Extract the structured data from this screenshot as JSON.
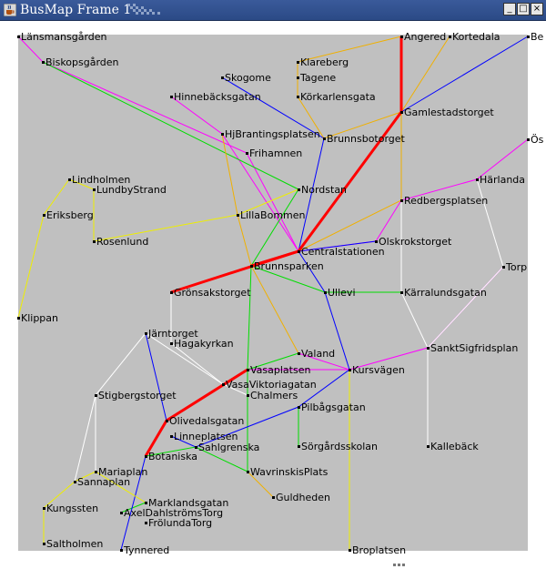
{
  "window": {
    "title": "BusMap Frame 1",
    "icon": "java-coffee-icon",
    "buttons": [
      {
        "name": "minimize",
        "icon": "minimize-icon",
        "glyph": "_"
      },
      {
        "name": "maximize",
        "icon": "maximize-icon",
        "glyph": "□"
      },
      {
        "name": "close",
        "icon": "close-icon",
        "glyph": "×"
      }
    ]
  },
  "map": {
    "background": "#c0c0c0",
    "colors": {
      "red": "#ff0000",
      "blue": "#0000ff",
      "green": "#00dd00",
      "yellow": "#eeee00",
      "orange": "#f0b000",
      "magenta": "#ff00ff",
      "white": "#ffffff"
    },
    "stops": [
      {
        "label": "Länsmansgården"
      },
      {
        "label": "Biskopsgården"
      },
      {
        "label": "Skogome"
      },
      {
        "label": "Klareberg"
      },
      {
        "label": "Tagene"
      },
      {
        "label": "Körkarlensgata"
      },
      {
        "label": "Hinnebäcksgatan"
      },
      {
        "label": "Angered"
      },
      {
        "label": "Kortedala"
      },
      {
        "label": "Be"
      },
      {
        "label": "Gamlestadstorget"
      },
      {
        "label": "HjBrantingsplatsen"
      },
      {
        "label": "Brunnsbotorget"
      },
      {
        "label": "Frihamnen"
      },
      {
        "label": "Ös"
      },
      {
        "label": "Härlanda"
      },
      {
        "label": "Lindholmen"
      },
      {
        "label": "LundbyStrand"
      },
      {
        "label": "Nordstan"
      },
      {
        "label": "Redbergsplatsen"
      },
      {
        "label": "Eriksberg"
      },
      {
        "label": "LillaBommen"
      },
      {
        "label": "Rosenlund"
      },
      {
        "label": "Centralstationen"
      },
      {
        "label": "Olskrokstorget"
      },
      {
        "label": "Brunnsparken"
      },
      {
        "label": "Torp"
      },
      {
        "label": "Grönsakstorget"
      },
      {
        "label": "Ullevi"
      },
      {
        "label": "Kärralundsgatan"
      },
      {
        "label": "Klippan"
      },
      {
        "label": "Järntorget"
      },
      {
        "label": "Hagakyrkan"
      },
      {
        "label": "SanktSigfridsplan"
      },
      {
        "label": "Valand"
      },
      {
        "label": "Vasaplatsen"
      },
      {
        "label": "Kursvägen"
      },
      {
        "label": "VasaViktoriagatan"
      },
      {
        "label": "Chalmers"
      },
      {
        "label": "Stigbergstorget"
      },
      {
        "label": "Pilbågsgatan"
      },
      {
        "label": "Olivedalsgatan"
      },
      {
        "label": "Linneplatsen"
      },
      {
        "label": "Sahlgrenska"
      },
      {
        "label": "Sörgårdsskolan"
      },
      {
        "label": "Kallebäck"
      },
      {
        "label": "Botaniska"
      },
      {
        "label": "Mariaplan"
      },
      {
        "label": "WavrinskisPlats"
      },
      {
        "label": "Sannaplan"
      },
      {
        "label": "Guldheden"
      },
      {
        "label": "Marklandsgatan"
      },
      {
        "label": "Kungssten"
      },
      {
        "label": "AxelDahlströmsTorg"
      },
      {
        "label": "FrölundaTorg"
      },
      {
        "label": "Saltholmen"
      },
      {
        "label": "Tynnered"
      },
      {
        "label": "Broplatsen"
      }
    ]
  }
}
